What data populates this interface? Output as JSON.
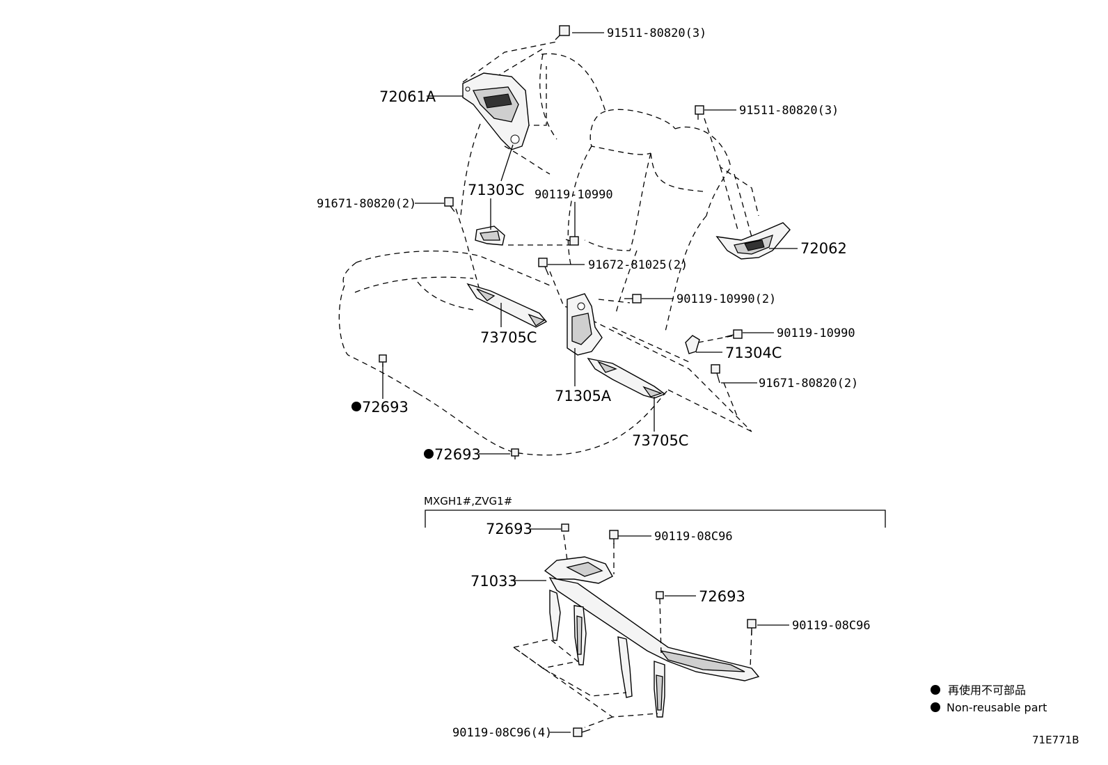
{
  "labels": {
    "p72061A": "72061A",
    "p91511_top": "91511-80820(3)",
    "p91511_right": "91511-80820(3)",
    "p71303C": "71303C",
    "p90119_10990_a": "90119-10990",
    "p91671_left": "91671-80820(2)",
    "p72062": "72062",
    "p91672": "91672-81025(2)",
    "p90119_10990_2": "90119-10990(2)",
    "p90119_10990_b": "90119-10990",
    "p71304C": "71304C",
    "p91671_right": "91671-80820(2)",
    "p73705C_left": "73705C",
    "p71305A": "71305A",
    "p73705C_right": "73705C",
    "p72693_a": "72693",
    "p72693_b": "72693",
    "variant": "MXGH1#,ZVG1#",
    "p72693_c": "72693",
    "p90119_08C96_a": "90119-08C96",
    "p71033": "71033",
    "p72693_d": "72693",
    "p90119_08C96_b": "90119-08C96",
    "p90119_08C96_4": "90119-08C96(4)"
  },
  "legend": {
    "jp": "再使用不可部品",
    "en": "Non-reusable part"
  },
  "figure_id": "71E771B"
}
